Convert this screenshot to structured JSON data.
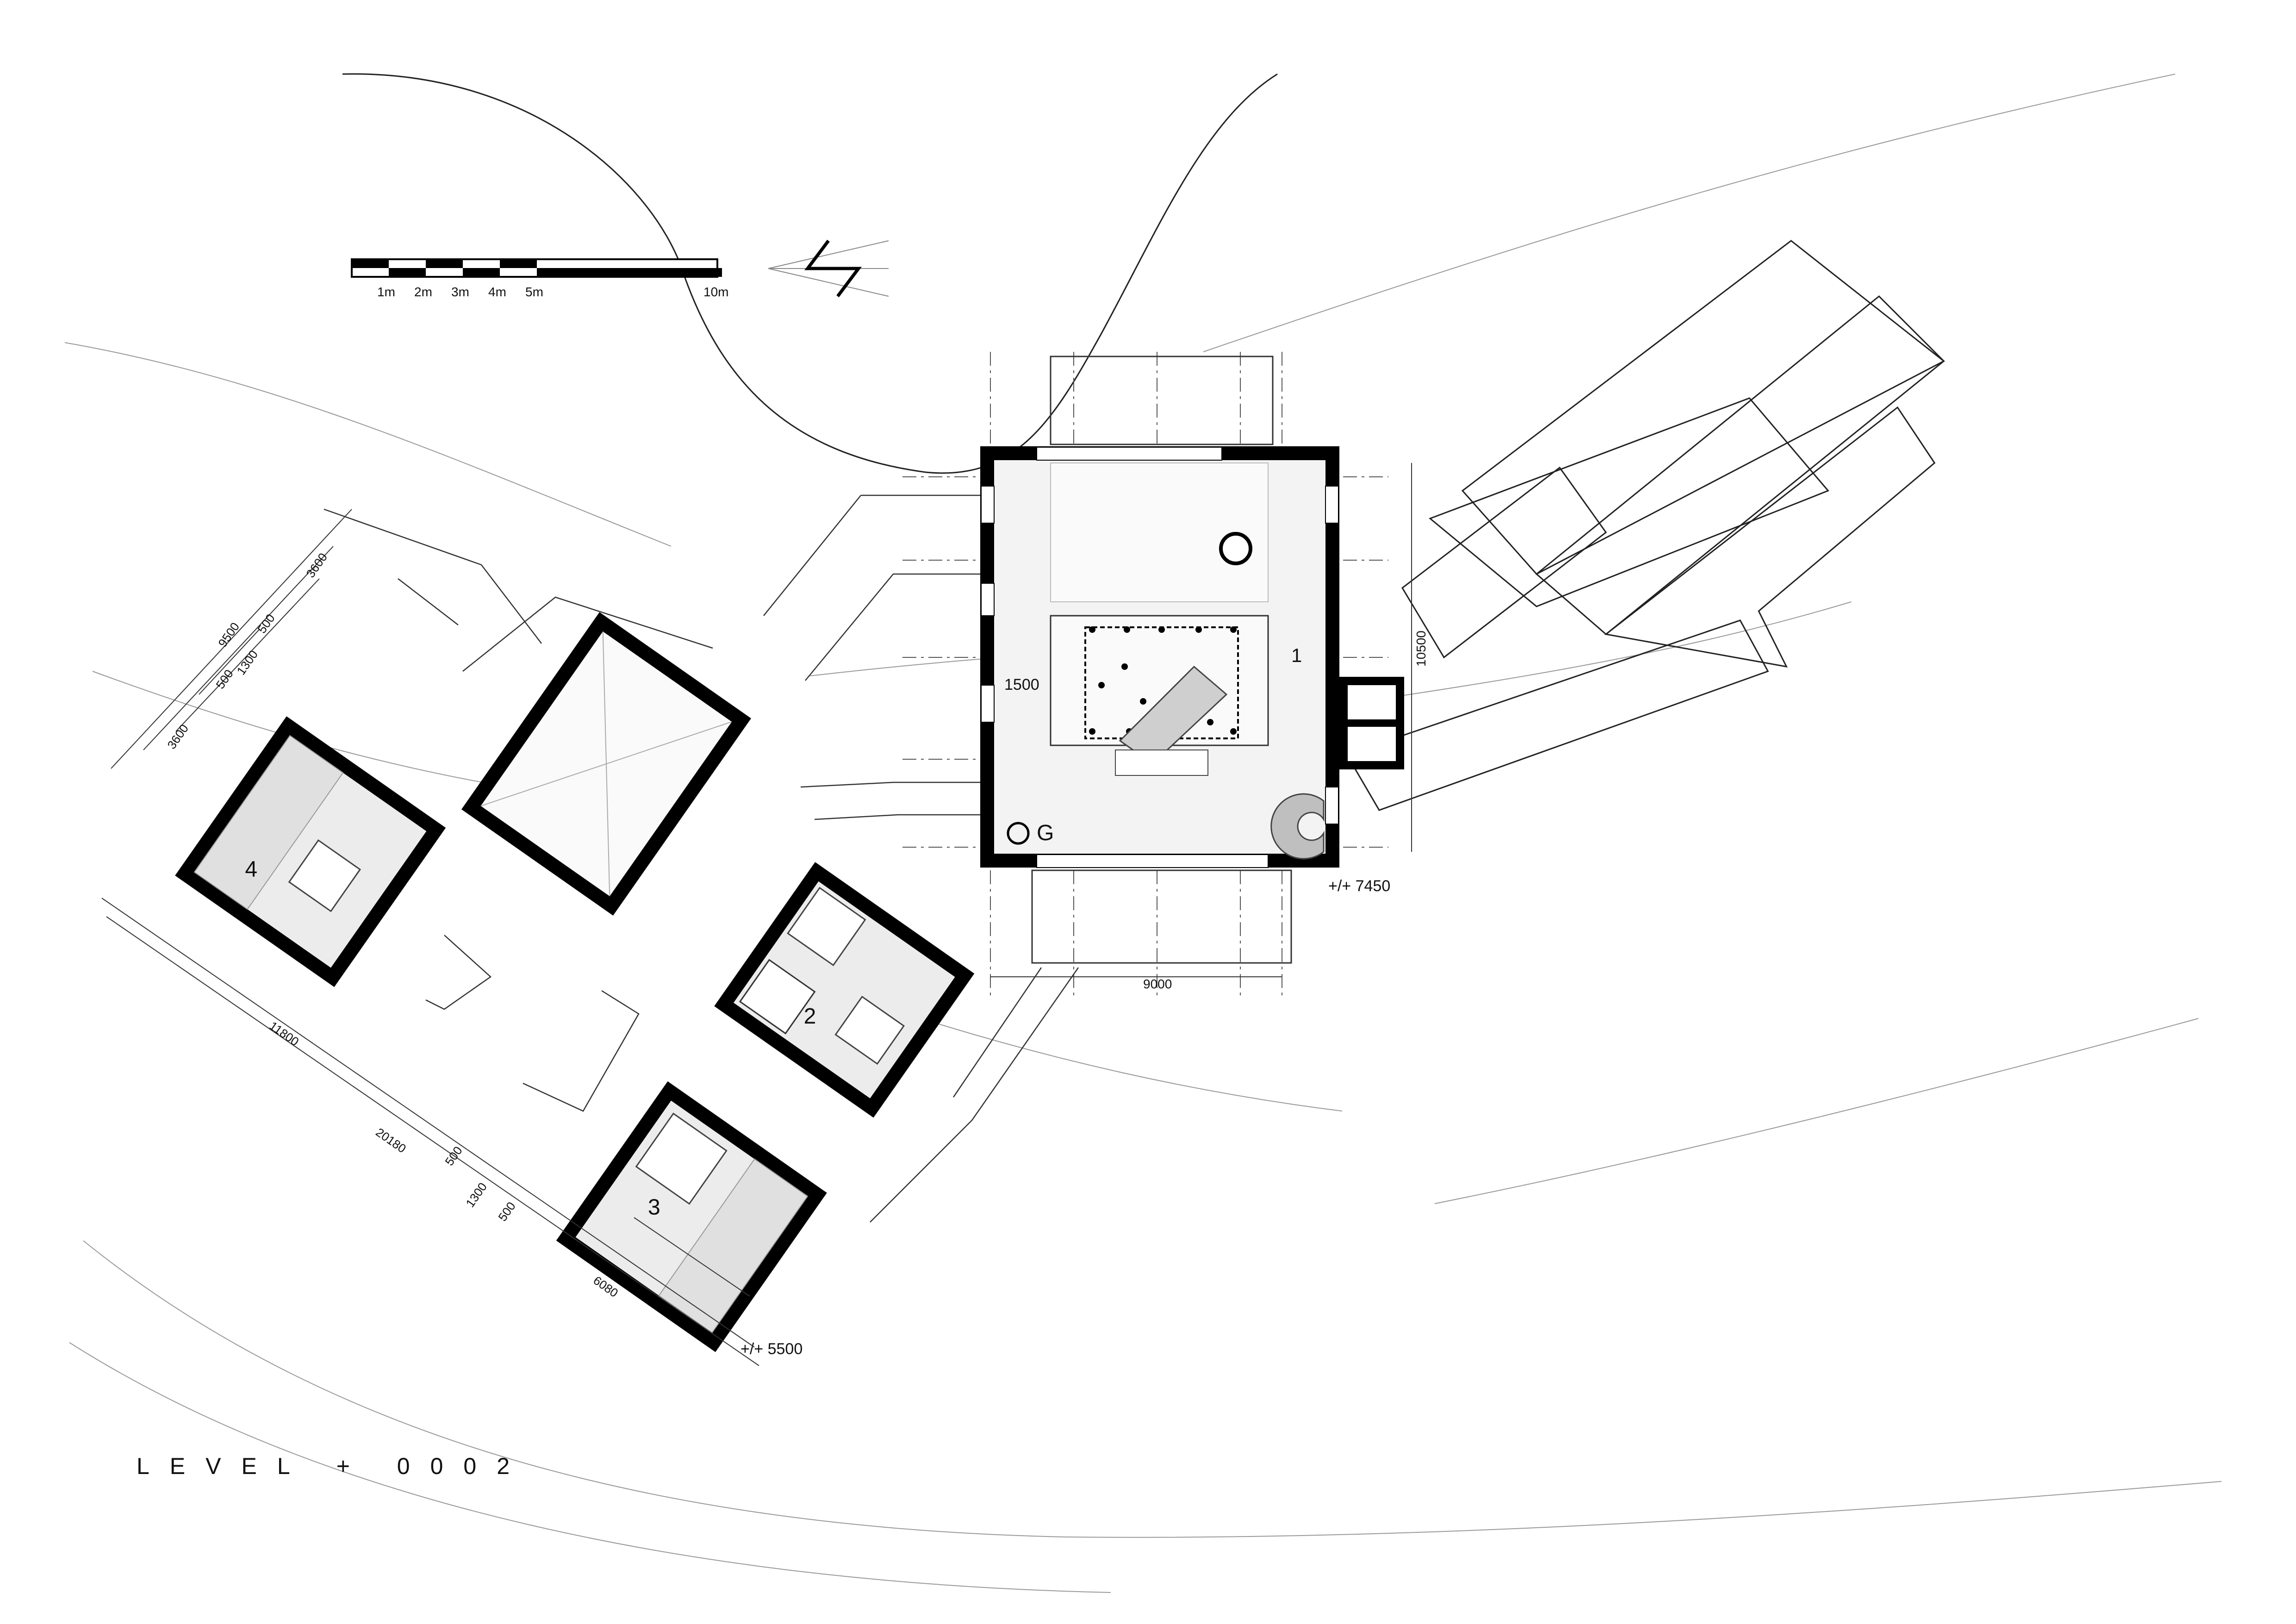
{
  "title": "LEVEL + 0002",
  "scale_bar": {
    "labels": [
      "1m",
      "2m",
      "3m",
      "4m",
      "5m",
      "10m"
    ]
  },
  "north_arrow": {
    "letter": "N",
    "icon": "north-arrow-icon"
  },
  "units": {
    "main": {
      "number": "1",
      "elevation": "+/+ 7450",
      "dim_width": "9000",
      "dim_depth": "10500",
      "dim_inner": "1500",
      "entry_label": "G"
    },
    "unit_2": {
      "number": "2"
    },
    "unit_3": {
      "number": "3",
      "elevation": "+/+ 5500"
    },
    "unit_4": {
      "number": "4"
    }
  },
  "dimensions_left": [
    "3600",
    "9500",
    "500",
    "1300",
    "500",
    "3600"
  ],
  "dimensions_bottom": [
    "11800",
    "20180",
    "500",
    "1300",
    "500",
    "6080"
  ],
  "colors": {
    "line": "#111111",
    "thin_line": "#555555",
    "fill_light": "#ebebeb",
    "wall": "#000000"
  }
}
